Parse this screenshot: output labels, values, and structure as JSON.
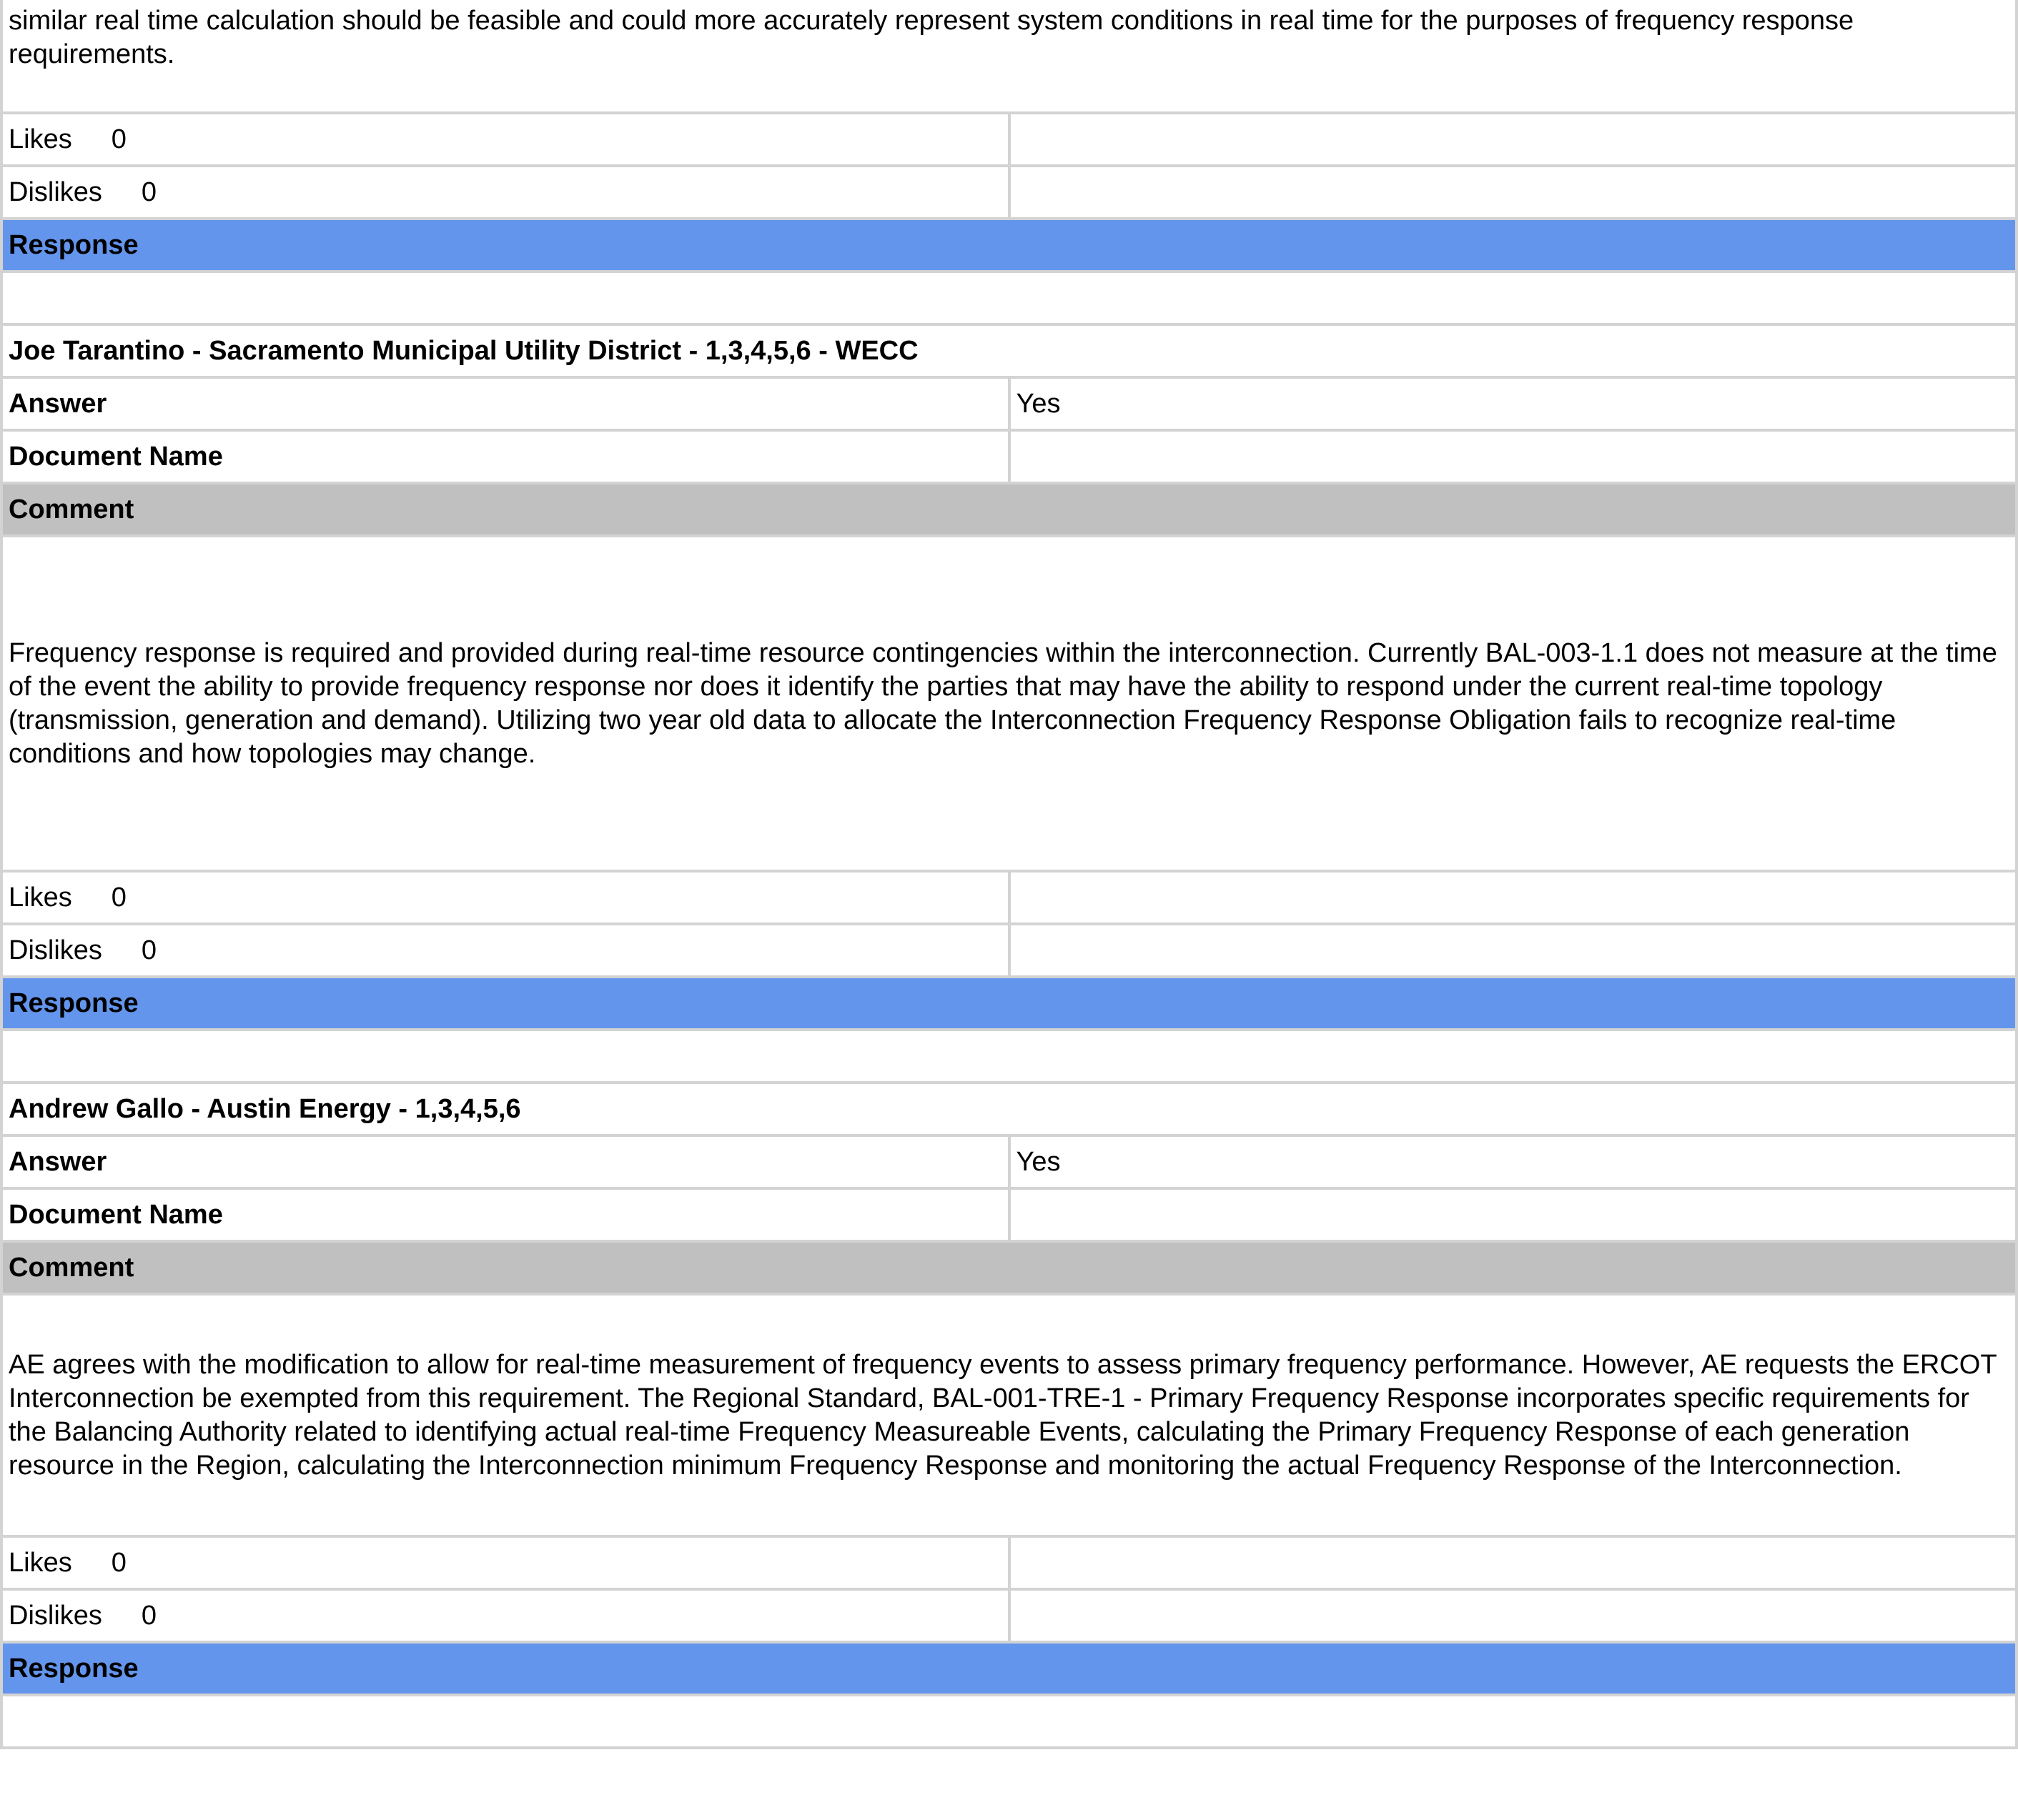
{
  "intro_text": "similar real time calculation should be feasible and could more accurately represent system conditions in real time for the purposes of frequency response requirements.",
  "labels": {
    "likes": "Likes",
    "dislikes": "Dislikes",
    "response": "Response",
    "answer": "Answer",
    "document_name": "Document Name",
    "comment": "Comment"
  },
  "top_block": {
    "likes": "0",
    "dislikes": "0"
  },
  "entries": [
    {
      "name": "Joe Tarantino - Sacramento Municipal Utility District - 1,3,4,5,6 - WECC",
      "answer": "Yes",
      "document_name": "",
      "comment": "Frequency response is required and provided during real-time resource contingencies within the interconnection.  Currently BAL-003-1.1 does not measure at the time of the event the ability to provide frequency response nor does it identify the parties that may have the ability to respond under the current real-time topology (transmission, generation and demand).   Utilizing two year old data to allocate the Interconnection Frequency Response Obligation fails to recognize real-time conditions and how topologies may change.",
      "likes": "0",
      "dislikes": "0"
    },
    {
      "name": "Andrew Gallo - Austin Energy - 1,3,4,5,6",
      "answer": "Yes",
      "document_name": "",
      "comment": "AE agrees with the modification to allow for real-time measurement of frequency events to assess primary frequency performance.  However, AE requests the ERCOT Interconnection be exempted from this requirement. The Regional Standard, BAL-001-TRE-1 - Primary Frequency Response incorporates specific requirements for the Balancing Authority related to identifying actual real-time Frequency Measureable Events, calculating the Primary Frequency Response of each generation resource in the Region, calculating the Interconnection minimum Frequency Response and monitoring the actual Frequency Response of the Interconnection.",
      "likes": "0",
      "dislikes": "0"
    }
  ]
}
